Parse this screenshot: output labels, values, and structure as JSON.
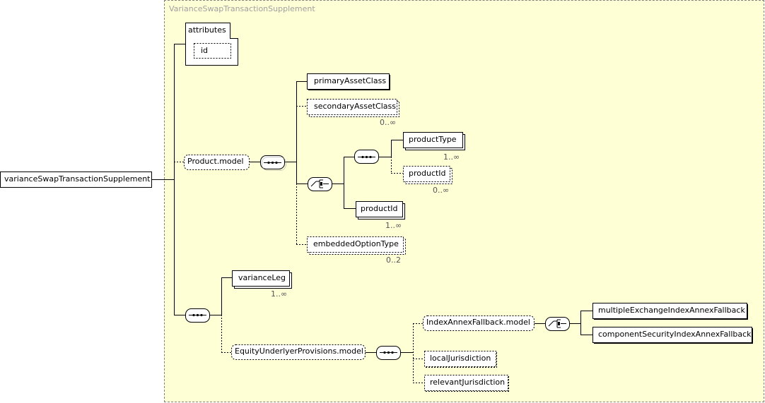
{
  "diagram": {
    "group_title": "VarianceSwapTransactionSupplement",
    "root": "varianceSwapTransactionSupplement",
    "attributes": {
      "title": "attributes",
      "items": [
        "id"
      ]
    },
    "product_model": "Product.model",
    "primary_asset_class": "primaryAssetClass",
    "secondary_asset_class": {
      "label": "secondaryAssetClass",
      "card": "0..∞"
    },
    "product_type": {
      "label": "productType",
      "card": "1..∞"
    },
    "product_id_optional": {
      "label": "productId",
      "card": "0..∞"
    },
    "product_id_required": {
      "label": "productId",
      "card": "1..∞"
    },
    "embedded_option_type": {
      "label": "embeddedOptionType",
      "card": "0..2"
    },
    "variance_leg": {
      "label": "varianceLeg",
      "card": "1..∞"
    },
    "equity_underlyer_provisions_model": "EquityUnderlyerProvisions.model",
    "index_annex_fallback_model": "IndexAnnexFallback.model",
    "multiple_exchange_index_annex_fallback": "multipleExchangeIndexAnnexFallback",
    "component_security_index_annex_fallback": "componentSecurityIndexAnnexFallback",
    "local_jurisdiction": "localJurisdiction",
    "relevant_jurisdiction": "relevantJurisdiction"
  }
}
